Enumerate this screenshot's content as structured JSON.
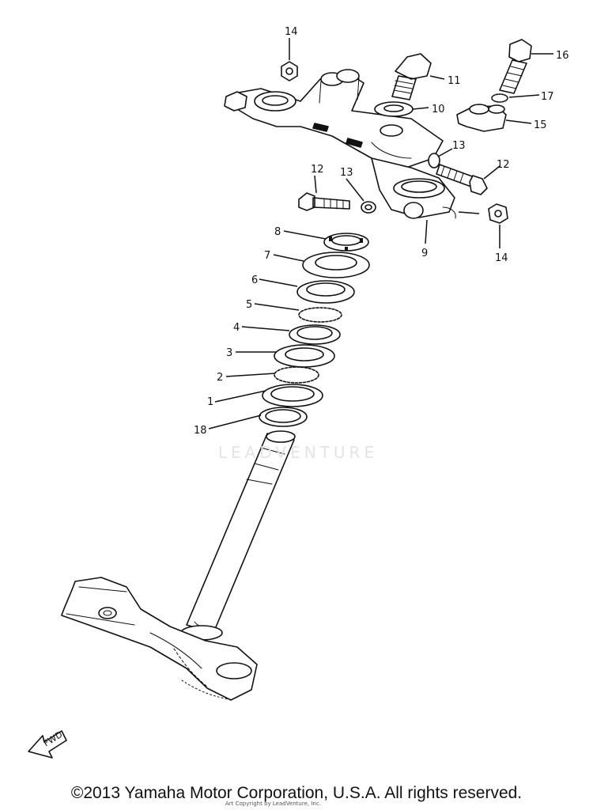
{
  "diagram": {
    "callouts": {
      "p1": "1",
      "p2": "2",
      "p3": "3",
      "p4": "4",
      "p5": "5",
      "p6": "6",
      "p7": "7",
      "p8": "8",
      "p9": "9",
      "p10": "10",
      "p11": "11",
      "p12a": "12",
      "p12b": "12",
      "p13a": "13",
      "p13b": "13",
      "p14a": "14",
      "p14b": "14",
      "p15": "15",
      "p16": "16",
      "p17": "17",
      "p18": "18"
    },
    "fwd_label": "FWD",
    "watermark": "LEADVENTURE"
  },
  "footer": {
    "copyright": "©2013 Yamaha Motor Corporation, U.S.A. All rights reserved.",
    "fine_print": "Art Copyright by LeadVenture, Inc."
  }
}
